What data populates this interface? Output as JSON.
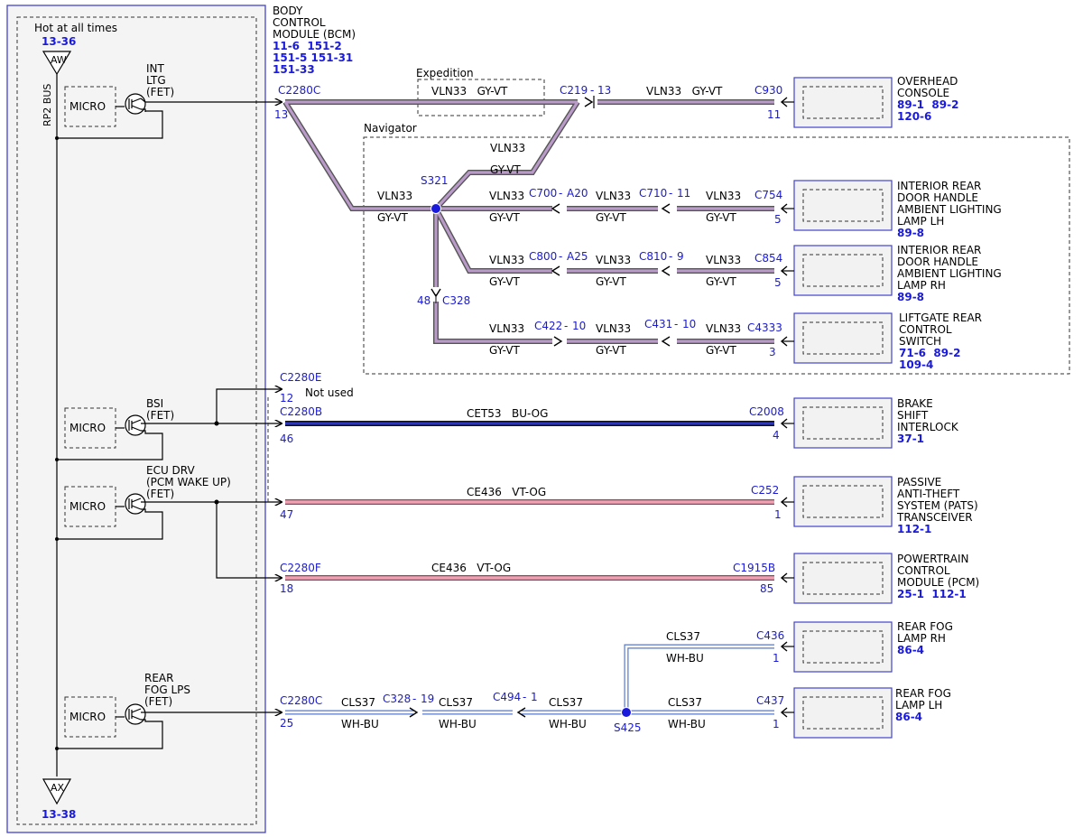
{
  "bcm": {
    "hot_label": "Hot at all times",
    "hot_ref": "13-36",
    "bus_top": "AW",
    "bus_bottom": "AX",
    "bus_bottom_ref": "13-38",
    "bus_name": "RP2 BUS",
    "title_lines": [
      "BODY",
      "CONTROL",
      "MODULE (BCM)"
    ],
    "refs": [
      "11-6  151-2",
      "151-5 151-31",
      "151-33"
    ],
    "micro": "MICRO",
    "outputs": [
      {
        "lines": [
          "INT",
          "LTG",
          "(FET)"
        ]
      },
      {
        "lines": [
          "BSI",
          "(FET)"
        ]
      },
      {
        "lines": [
          "ECU DRV",
          "(PCM WAKE UP)",
          "(FET)"
        ]
      },
      {
        "lines": [
          "REAR",
          "FOG LPS",
          "(FET)"
        ]
      }
    ]
  },
  "regions": {
    "expedition": "Expedition",
    "navigator": "Navigator"
  },
  "connectors": {
    "c2280c_top": "C2280C",
    "c2280c_top_pin": "13",
    "c219": "C219",
    "c219_pin": "13",
    "c930": "C930",
    "c930_pin": "11",
    "s321": "S321",
    "c700": "C700",
    "c700_pin": "A20",
    "c710": "C710",
    "c710_pin": "11",
    "c754": "C754",
    "c754_pin": "5",
    "c800": "C800",
    "c800_pin": "A25",
    "c810": "C810",
    "c810_pin": "9",
    "c854": "C854",
    "c854_pin": "5",
    "c328_top": "C328",
    "c328_top_pin": "48",
    "c422": "C422",
    "c422_pin": "10",
    "c431": "C431",
    "c431_pin": "10",
    "c4333": "C4333",
    "c4333_pin": "3",
    "c2280e": "C2280E",
    "c2280e_pin": "12",
    "not_used": "Not used",
    "c2280b": "C2280B",
    "c2280b_pin": "46",
    "c2008": "C2008",
    "c2008_pin": "4",
    "c2280_47": "47",
    "c252": "C252",
    "c252_pin": "1",
    "c2280f": "C2280F",
    "c2280f_pin": "18",
    "c1915b": "C1915B",
    "c1915b_pin": "85",
    "c2280c_bot": "C2280C",
    "c2280c_bot_pin": "25",
    "c328_bot": "C328",
    "c328_bot_pin": "19",
    "c494": "C494",
    "c494_pin": "1",
    "s425": "S425",
    "c436": "C436",
    "c436_pin": "1",
    "c437": "C437",
    "c437_pin": "1",
    "dash": "-"
  },
  "wires": {
    "vln33": "VLN33",
    "gyvt": "GY-VT",
    "vln33_gyvt": "VLN33   GY-VT",
    "cet53": "CET53   BU-OG",
    "ce436": "CE436   VT-OG",
    "cls37": "CLS37",
    "whbu": "WH-BU"
  },
  "components": [
    {
      "lines": [
        "OVERHEAD",
        "CONSOLE"
      ],
      "refs": [
        "89-1  89-2",
        "120-6"
      ]
    },
    {
      "lines": [
        "INTERIOR REAR",
        "DOOR HANDLE",
        "AMBIENT LIGHTING",
        "LAMP LH"
      ],
      "refs": [
        "89-8"
      ]
    },
    {
      "lines": [
        "INTERIOR REAR",
        "DOOR HANDLE",
        "AMBIENT LIGHTING",
        "LAMP RH"
      ],
      "refs": [
        "89-8"
      ]
    },
    {
      "lines": [
        "LIFTGATE REAR",
        "CONTROL",
        "SWITCH"
      ],
      "refs": [
        "71-6  89-2",
        "109-4"
      ]
    },
    {
      "lines": [
        "BRAKE",
        "SHIFT",
        "INTERLOCK"
      ],
      "refs": [
        "37-1"
      ]
    },
    {
      "lines": [
        "PASSIVE",
        "ANTI-THEFT",
        "SYSTEM (PATS)",
        "TRANSCEIVER"
      ],
      "refs": [
        "112-1"
      ]
    },
    {
      "lines": [
        "POWERTRAIN",
        "CONTROL",
        "MODULE (PCM)"
      ],
      "refs": [
        "25-1  112-1"
      ]
    },
    {
      "lines": [
        "REAR FOG",
        "LAMP RH"
      ],
      "refs": [
        "86-4"
      ]
    },
    {
      "lines": [
        "REAR FOG",
        "LAMP LH"
      ],
      "refs": [
        "86-4"
      ]
    }
  ],
  "colors": {
    "violet_grey_wire": "#9a7fa8",
    "blue_orange_wire": "#1f2aa8",
    "violet_orange_wire": "#e88a98",
    "white_blue_wire": "#5577cc",
    "connector_blue": "#1a1adb",
    "module_fill": "#f2f2f2"
  }
}
